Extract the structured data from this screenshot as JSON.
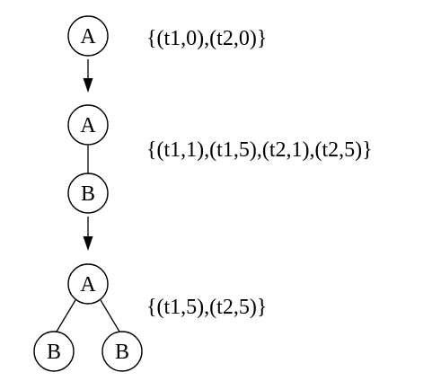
{
  "stages": [
    {
      "nodes": [
        {
          "label": "A"
        }
      ],
      "set_label": "{(t1,0),(t2,0)}"
    },
    {
      "nodes": [
        {
          "label": "A"
        },
        {
          "label": "B"
        }
      ],
      "set_label": "{(t1,1),(t1,5),(t2,1),(t2,5)}"
    },
    {
      "nodes": [
        {
          "label": "A"
        },
        {
          "label": "B"
        },
        {
          "label": "B"
        }
      ],
      "set_label": "{(t1,5),(t2,5)}"
    }
  ]
}
